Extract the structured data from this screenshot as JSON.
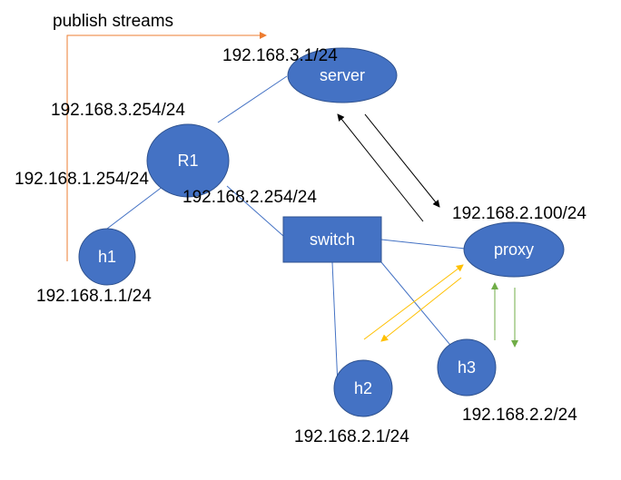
{
  "colors": {
    "node_fill": "#4472c4",
    "node_stroke": "#2f528f",
    "link": "#4472c4",
    "publish_arrow": "#ed7d31",
    "server_proxy_arrows": "#000000",
    "h2_proxy_arrows": "#ffc000",
    "h3_proxy_arrows": "#70ad47"
  },
  "nodes": {
    "server": "server",
    "r1": "R1",
    "h1": "h1",
    "switch": "switch",
    "proxy": "proxy",
    "h2": "h2",
    "h3": "h3"
  },
  "labels": {
    "publish": "publish streams",
    "server_ip": "192.168.3.1/24",
    "r1_server_side_ip": "192.168.3.254/24",
    "r1_h1_side_ip": "192.168.1.254/24",
    "r1_switch_side_ip": "192.168.2.254/24",
    "h1_ip": "192.168.1.1/24",
    "proxy_ip": "192.168.2.100/24",
    "h2_ip": "192.168.2.1/24",
    "h3_ip": "192.168.2.2/24"
  }
}
